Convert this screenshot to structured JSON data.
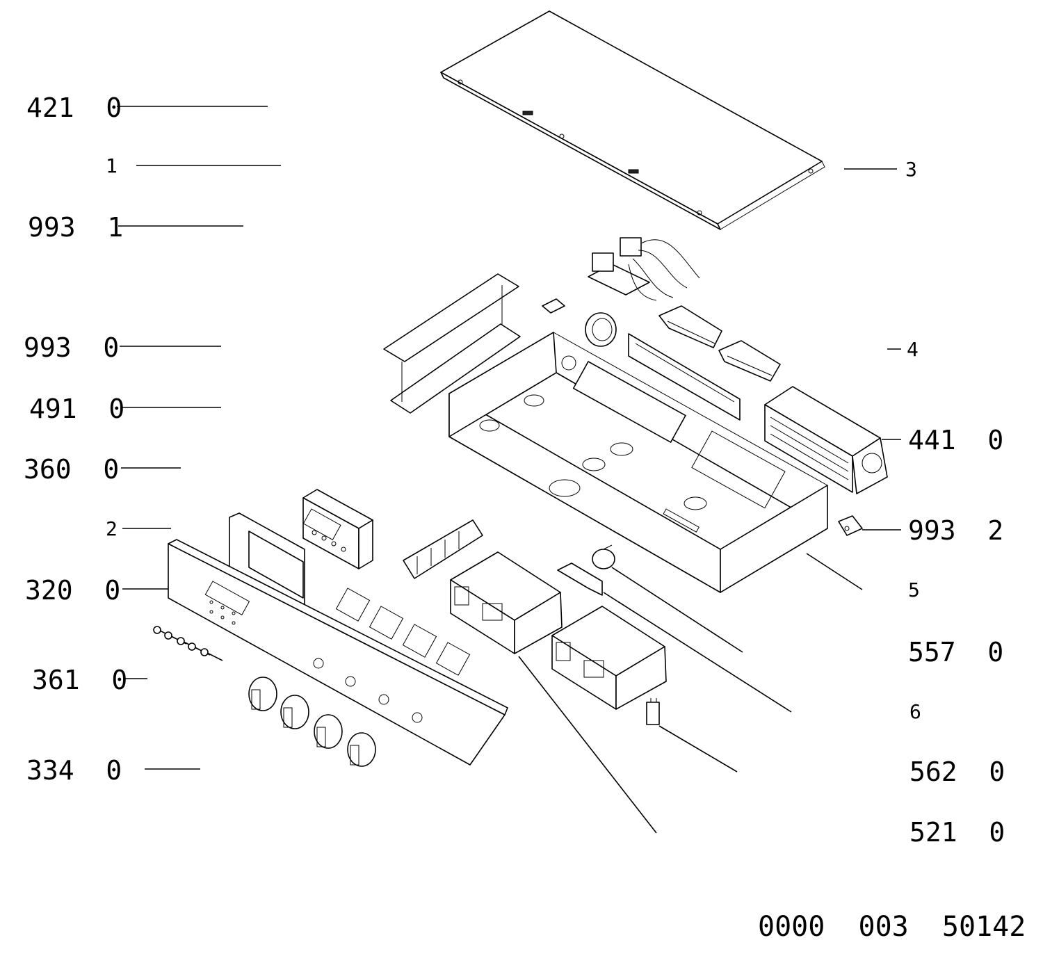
{
  "labels": {
    "l421": "421  0",
    "l1": "1",
    "l9931": "993  1",
    "l9930": "993  0",
    "l4910": "491  0",
    "l3600": "360  0",
    "l2": "2",
    "l3200": "320  0",
    "l3610": "361  0",
    "l3340": "334  0",
    "l3": "3",
    "l4": "4",
    "l4410": "441  0",
    "l9932": "993  2",
    "l5": "5",
    "l5570": "557  0",
    "l6": "6",
    "l5620": "562  0",
    "l5210": "521  0"
  },
  "document_number": "0000  003  50142"
}
